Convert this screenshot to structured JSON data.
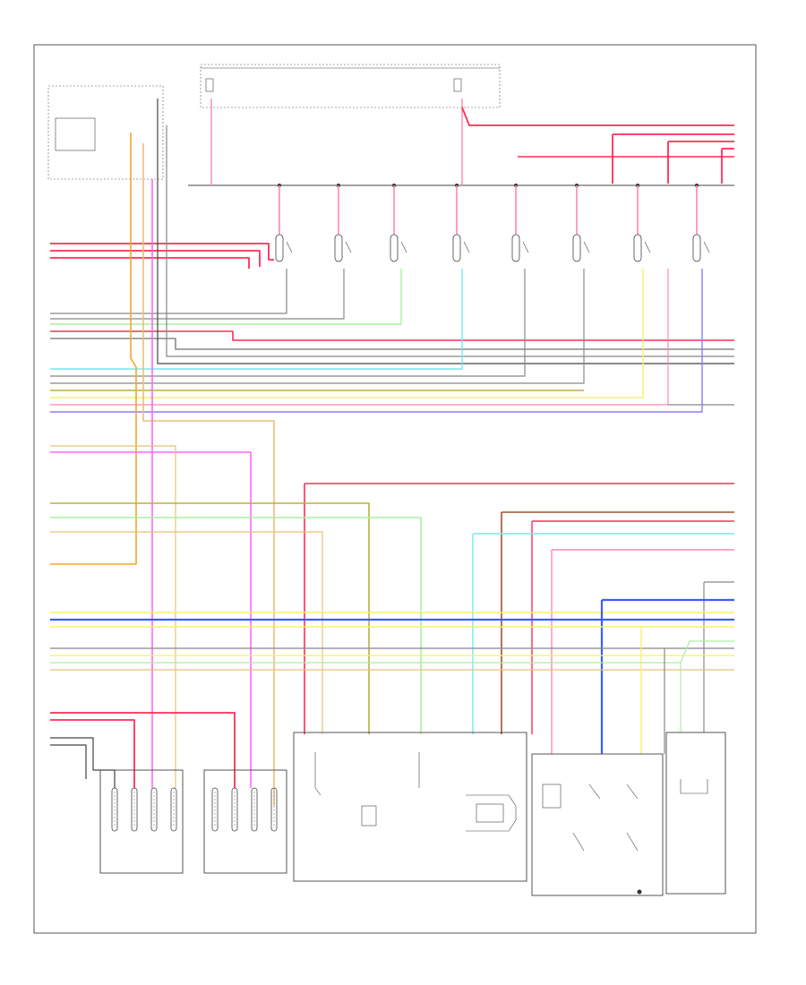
{
  "footer_code": "",
  "colors": {
    "red": "#ff2d55",
    "pink": "#ff88aa",
    "orange": "#f5a623",
    "tan": "#e8c07a",
    "green": "#7ddc6a",
    "lightgreen": "#a8f0a0",
    "yellow": "#f7f06a",
    "blue": "#3a5cff",
    "cyan": "#79e6f2",
    "magenta": "#ff66ff",
    "gray": "#888888",
    "darkgray": "#444444",
    "black": "#222222",
    "olive": "#b8b040",
    "brown": "#a0522d",
    "violet": "#8a7cff"
  },
  "components": {
    "ignition_relay_count": 8,
    "left_sensor_pins": 4,
    "right_sensor_pins": 4
  }
}
